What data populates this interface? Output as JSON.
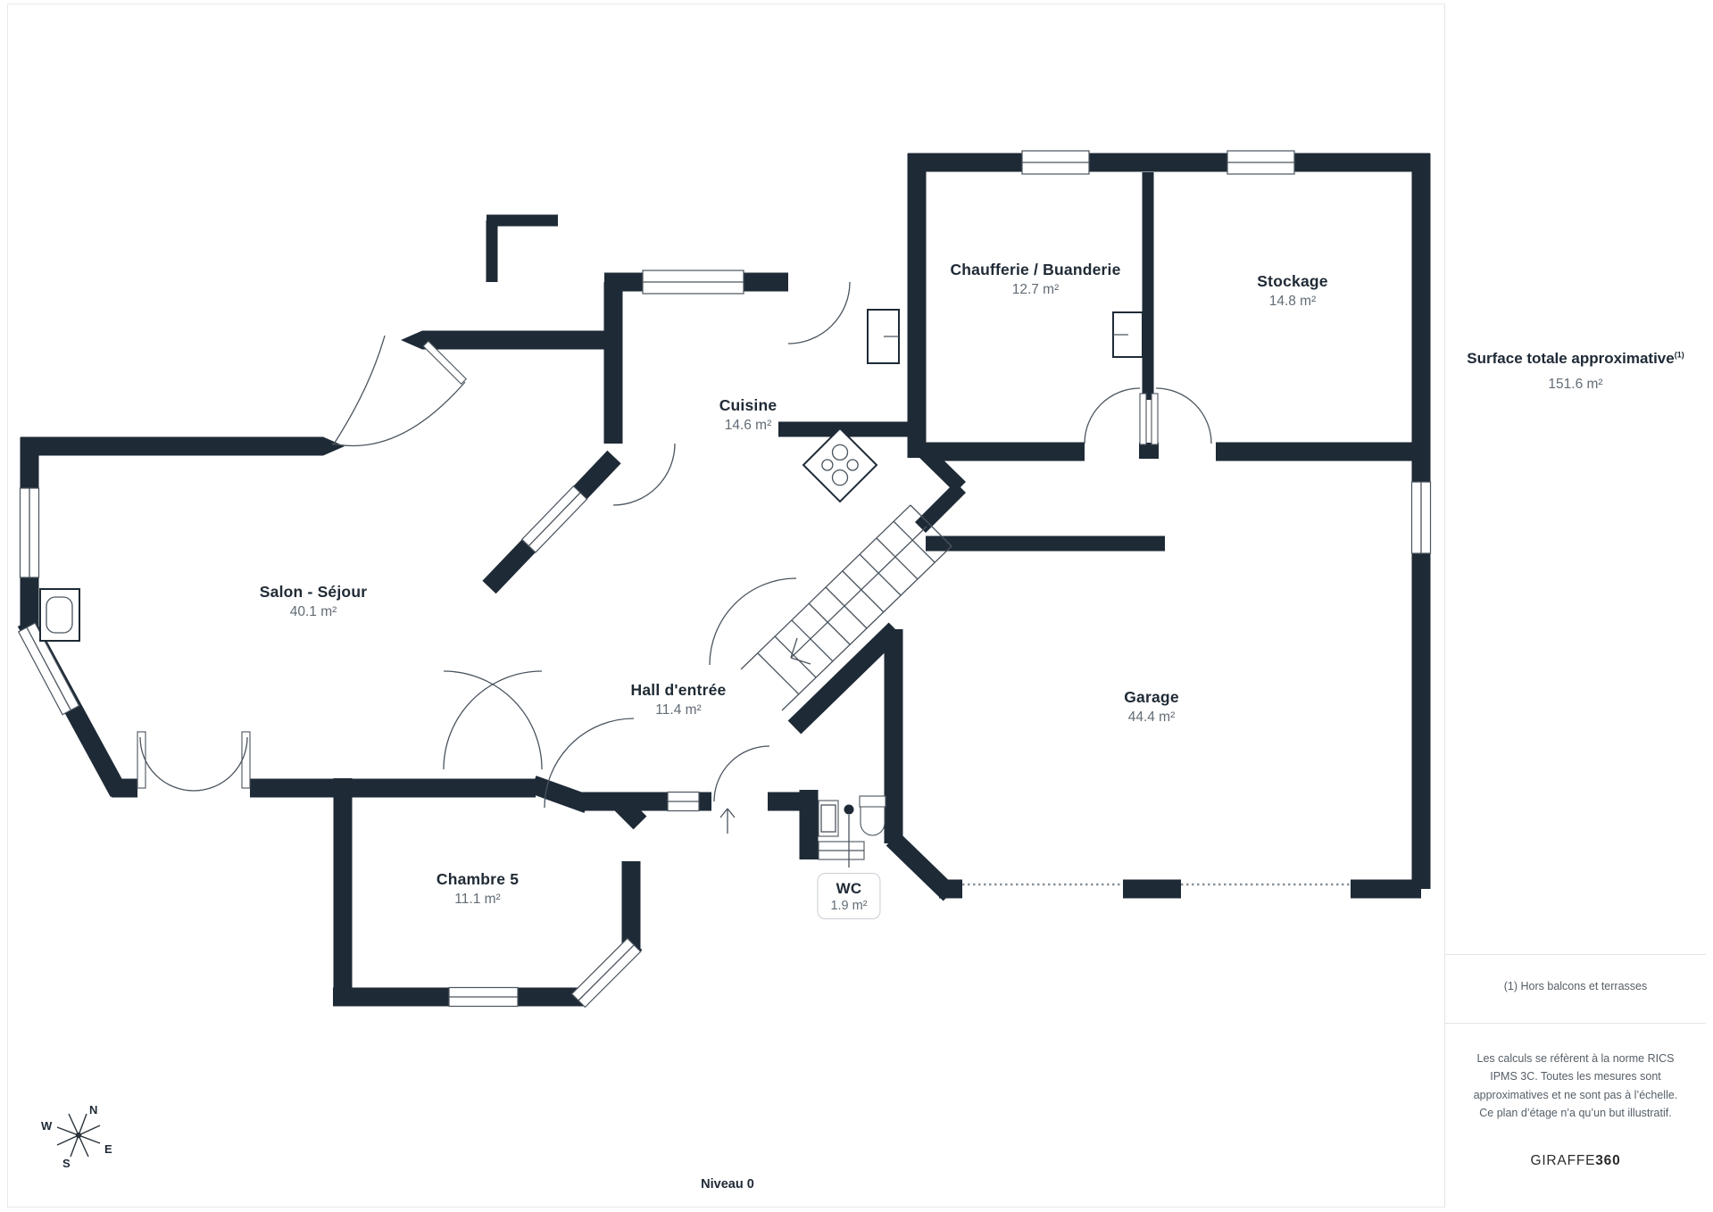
{
  "plan": {
    "rooms": [
      {
        "name": "Salon - Séjour",
        "area": "40.1 m²"
      },
      {
        "name": "Cuisine",
        "area": "14.6 m²"
      },
      {
        "name": "Chaufferie / Buanderie",
        "area": "12.7 m²"
      },
      {
        "name": "Stockage",
        "area": "14.8 m²"
      },
      {
        "name": "Hall d'entrée",
        "area": "11.4 m²"
      },
      {
        "name": "Garage",
        "area": "44.4 m²"
      },
      {
        "name": "Chambre 5",
        "area": "11.1 m²"
      },
      {
        "name": "WC",
        "area": "1.9 m²"
      }
    ],
    "level_label": "Niveau 0"
  },
  "compass": {
    "north": "N",
    "east": "E",
    "south": "S",
    "west": "W"
  },
  "sidebar": {
    "title": "Surface totale approximative",
    "title_note_ref": "(1)",
    "total_area": "151.6 m²",
    "footnote": "(1) Hors balcons et terrasses",
    "disclaimer": "Les calculs se réfèrent à la norme RICS IPMS 3C. Toutes les mesures sont approximatives et ne sont pas à l’échelle. Ce plan d’étage n’a qu’un but illustratif.",
    "logo_text": "GIRAFFE",
    "logo_suffix": "360"
  },
  "colors": {
    "wall": "#1e2a36",
    "line": "#4a545e",
    "muted": "#626c76",
    "border": "#e4e4e4"
  }
}
